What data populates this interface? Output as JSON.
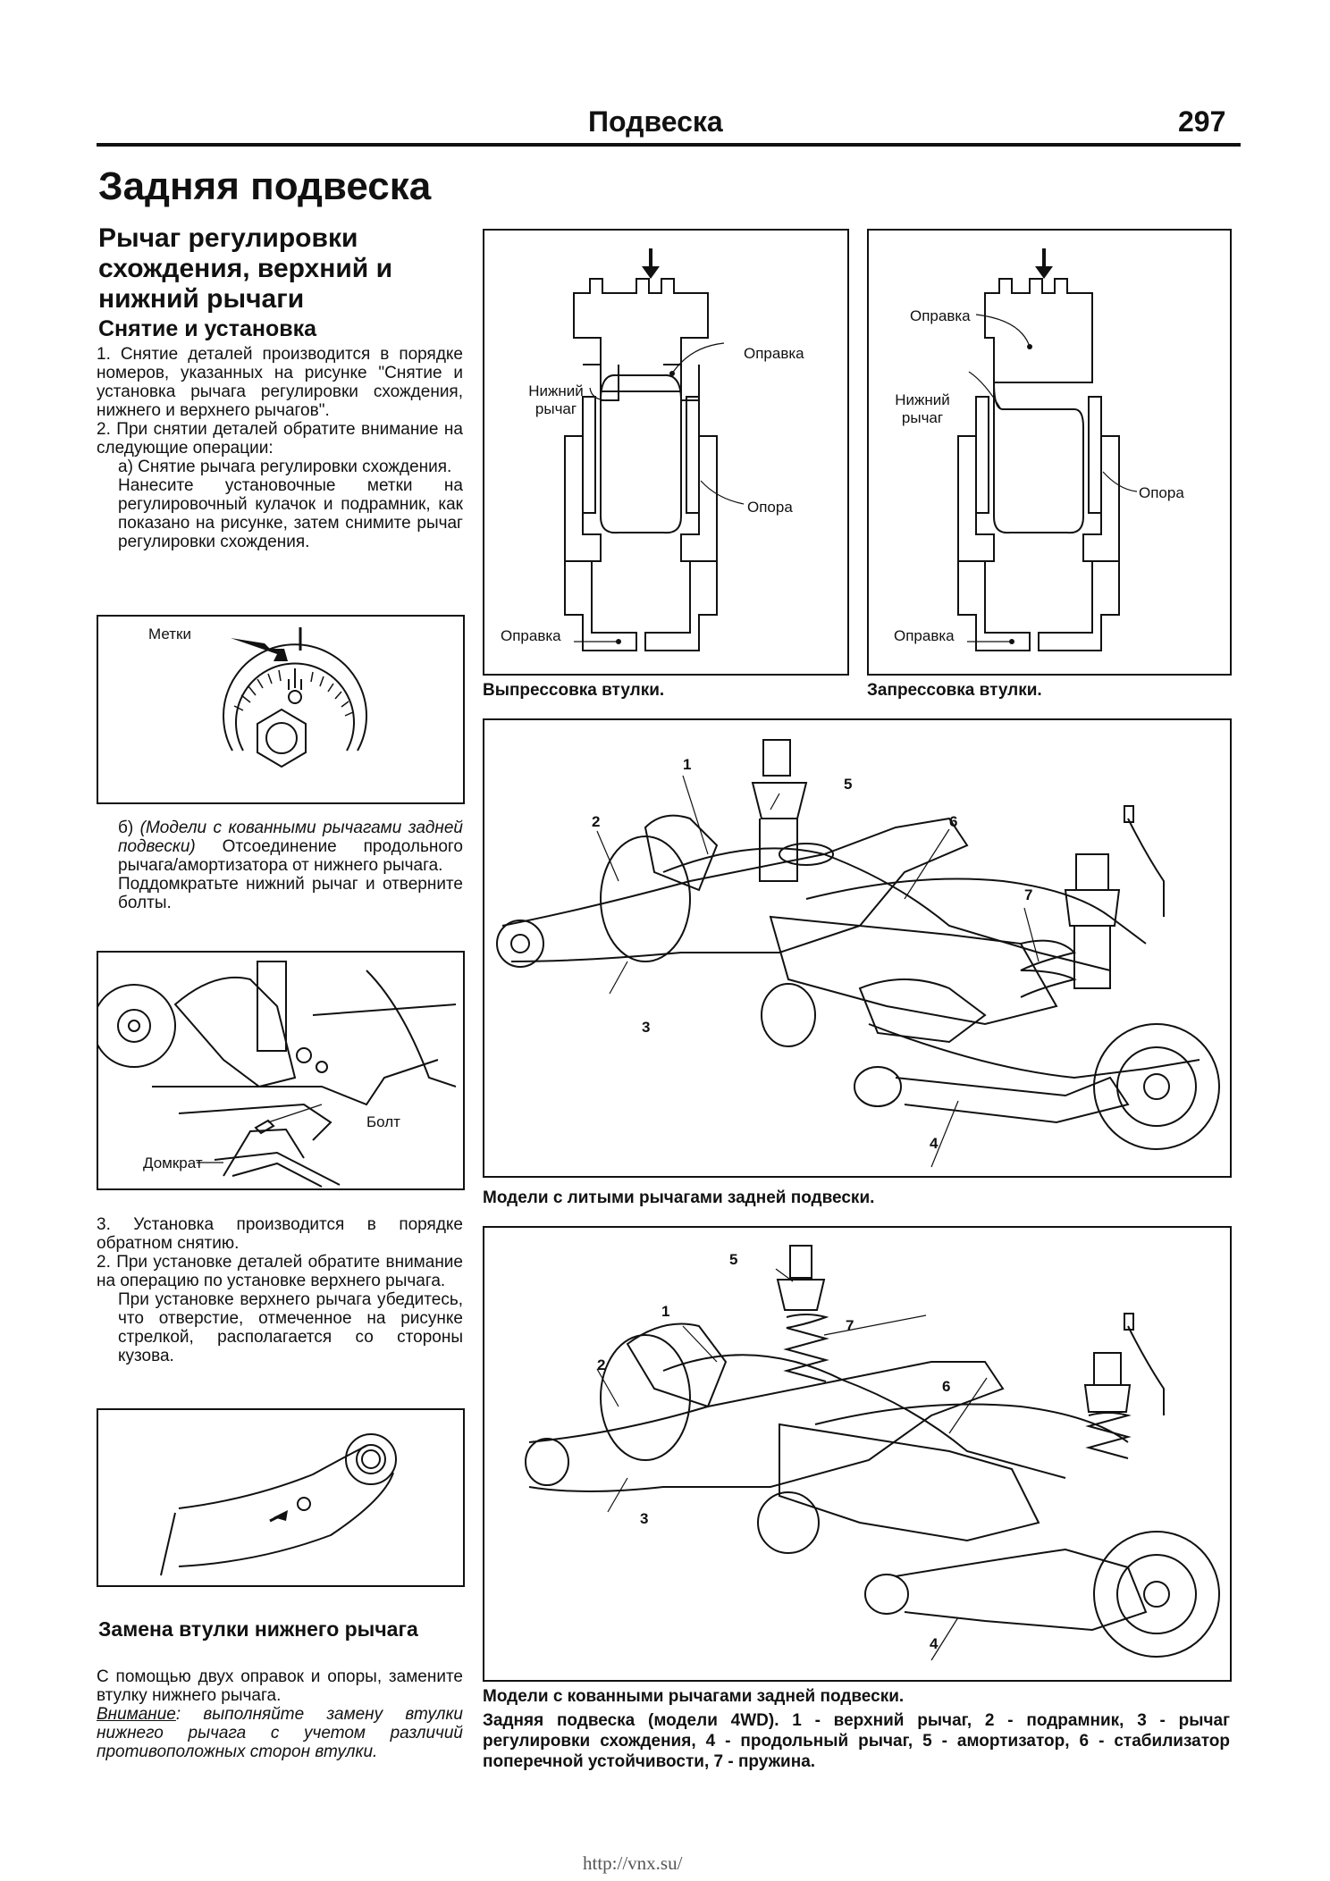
{
  "header": {
    "title": "Подвеска",
    "page_number": "297"
  },
  "main_title": "Задняя подвеска",
  "section1": {
    "title": "Рычаг регулировки схождения, верхний и нижний рычаги",
    "subtitle": "Снятие и установка",
    "p1": "1. Снятие деталей производится в порядке номеров, указанных на рисунке \"Снятие и установка рычага регулировки схождения, нижнего и верхнего рычагов\".",
    "p2": "2. При снятии деталей обратите внимание на следующие операции:",
    "p3": "а) Снятие рычага регулировки схождения.",
    "p4": "Нанесите установочные метки на регулировочный кулачок и подрамник, как показано на рисунке, затем снимите рычаг регулировки схождения.",
    "p5_prefix": "б) ",
    "p5_italic": "(Модели с кованными рычагами задней подвески)",
    "p5_rest": " Отсоединение продольного рычага/амортизатора от нижнего рычага.",
    "p6": "Поддомкратьте нижний рычаг и отверните болты.",
    "p7": "3. Установка производится в порядке обратном снятию.",
    "p8": "2. При установке деталей обратите внимание на операцию по установке верхнего рычага.",
    "p9": "При установке верхнего рычага убедитесь, что отверстие, отмеченное на рисунке стрелкой, располагается со стороны кузова."
  },
  "section2": {
    "title": "Замена втулки нижнего рычага",
    "p1": "С помощью двух оправок и опоры, замените втулку нижнего рычага.",
    "note_label": "Внимание",
    "note_text": ": выполняйте замену втулки нижнего рычага с учетом различий противоположных сторон втулки."
  },
  "fig_marks": {
    "label": "Метки"
  },
  "fig_jack": {
    "bolt": "Болт",
    "jack": "Домкрат"
  },
  "fig_press_out": {
    "caption": "Выпрессовка втулки.",
    "lever": "Нижний рычаг",
    "mandrel_top": "Оправка",
    "support": "Опора",
    "mandrel_bottom": "Оправка"
  },
  "fig_press_in": {
    "caption": "Запрессовка втулки.",
    "lever": "Нижний рычаг",
    "mandrel_top": "Оправка",
    "support": "Опора",
    "mandrel_bottom": "Оправка"
  },
  "fig_cast": {
    "caption": "Модели с литыми рычагами задней подвески.",
    "callouts": [
      "1",
      "2",
      "3",
      "4",
      "5",
      "6",
      "7"
    ]
  },
  "fig_forged": {
    "caption": "Модели с кованными рычагами задней подвески.",
    "callouts": [
      "1",
      "2",
      "3",
      "4",
      "5",
      "6",
      "7"
    ]
  },
  "legend": "Задняя подвеска (модели 4WD). 1 - верхний рычаг, 2 - подрамник, 3 - рычаг регулировки схождения, 4 - продольный рычаг, 5 - амортизатор, 6 - стабилизатор поперечной устойчивости, 7 - пружина.",
  "footer": "http://vnx.su/"
}
